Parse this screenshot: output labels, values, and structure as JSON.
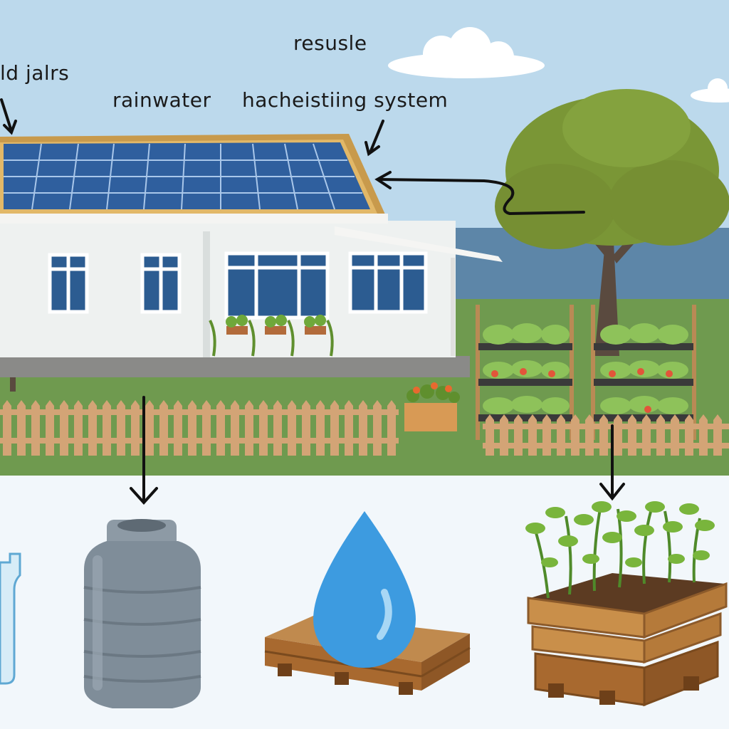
{
  "labels": {
    "top": "resusle",
    "left": "ld jalrs",
    "rainwater": "rainwater",
    "system": "hacheistiing system"
  },
  "colors": {
    "sky": "#bcd9ec",
    "grass": "#6f9a4f",
    "house_wall": "#eef1f0",
    "roof_trim": "#c89a4c",
    "solar_panel": "#2f5f9e",
    "window_glass": "#2c5c91",
    "fence": "#d3a476",
    "tank": "#7f8d99",
    "water_drop": "#3d9be0",
    "pallet": "#a8692f",
    "soil": "#5c3b22",
    "tree_foliage": "#7a9636",
    "arrow": "#111111"
  },
  "icons": [
    "solar-panel-icon",
    "water-tank-icon",
    "water-drop-icon",
    "wooden-pallet-icon",
    "raised-garden-bed-icon",
    "glass-jar-icon"
  ]
}
